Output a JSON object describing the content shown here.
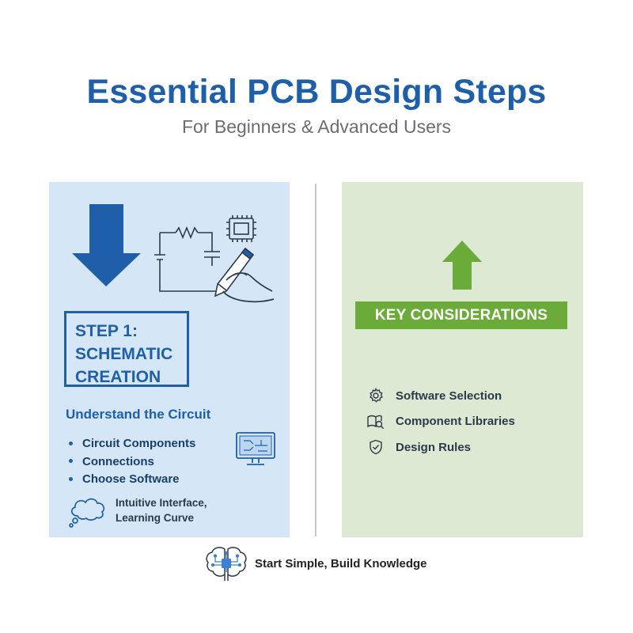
{
  "header": {
    "title": "Essential PCB Design Steps",
    "subtitle": "For Beginners & Advanced Users"
  },
  "left_panel": {
    "step_lines": [
      "STEP 1:",
      "SCHEMATIC",
      "CREATION"
    ],
    "heading": "Understand the Circuit",
    "bullets": [
      "Circuit Components",
      "Connections",
      "Choose Software"
    ],
    "note_lines": [
      "Intuitive Interface,",
      "Learning Curve"
    ],
    "accent_color": "#1f5fa9",
    "background": "#d5e7f7"
  },
  "right_panel": {
    "banner": "KEY CONSIDERATIONS",
    "items": [
      {
        "icon": "gear-icon",
        "label": "Software Selection"
      },
      {
        "icon": "book-search-icon",
        "label": "Component Libraries"
      },
      {
        "icon": "shield-check-icon",
        "label": "Design Rules"
      }
    ],
    "accent_color": "#6aab3a",
    "background": "#dde9d2"
  },
  "footer": {
    "text": "Start Simple, Build Knowledge",
    "icon": "brain-circuit-icon"
  }
}
